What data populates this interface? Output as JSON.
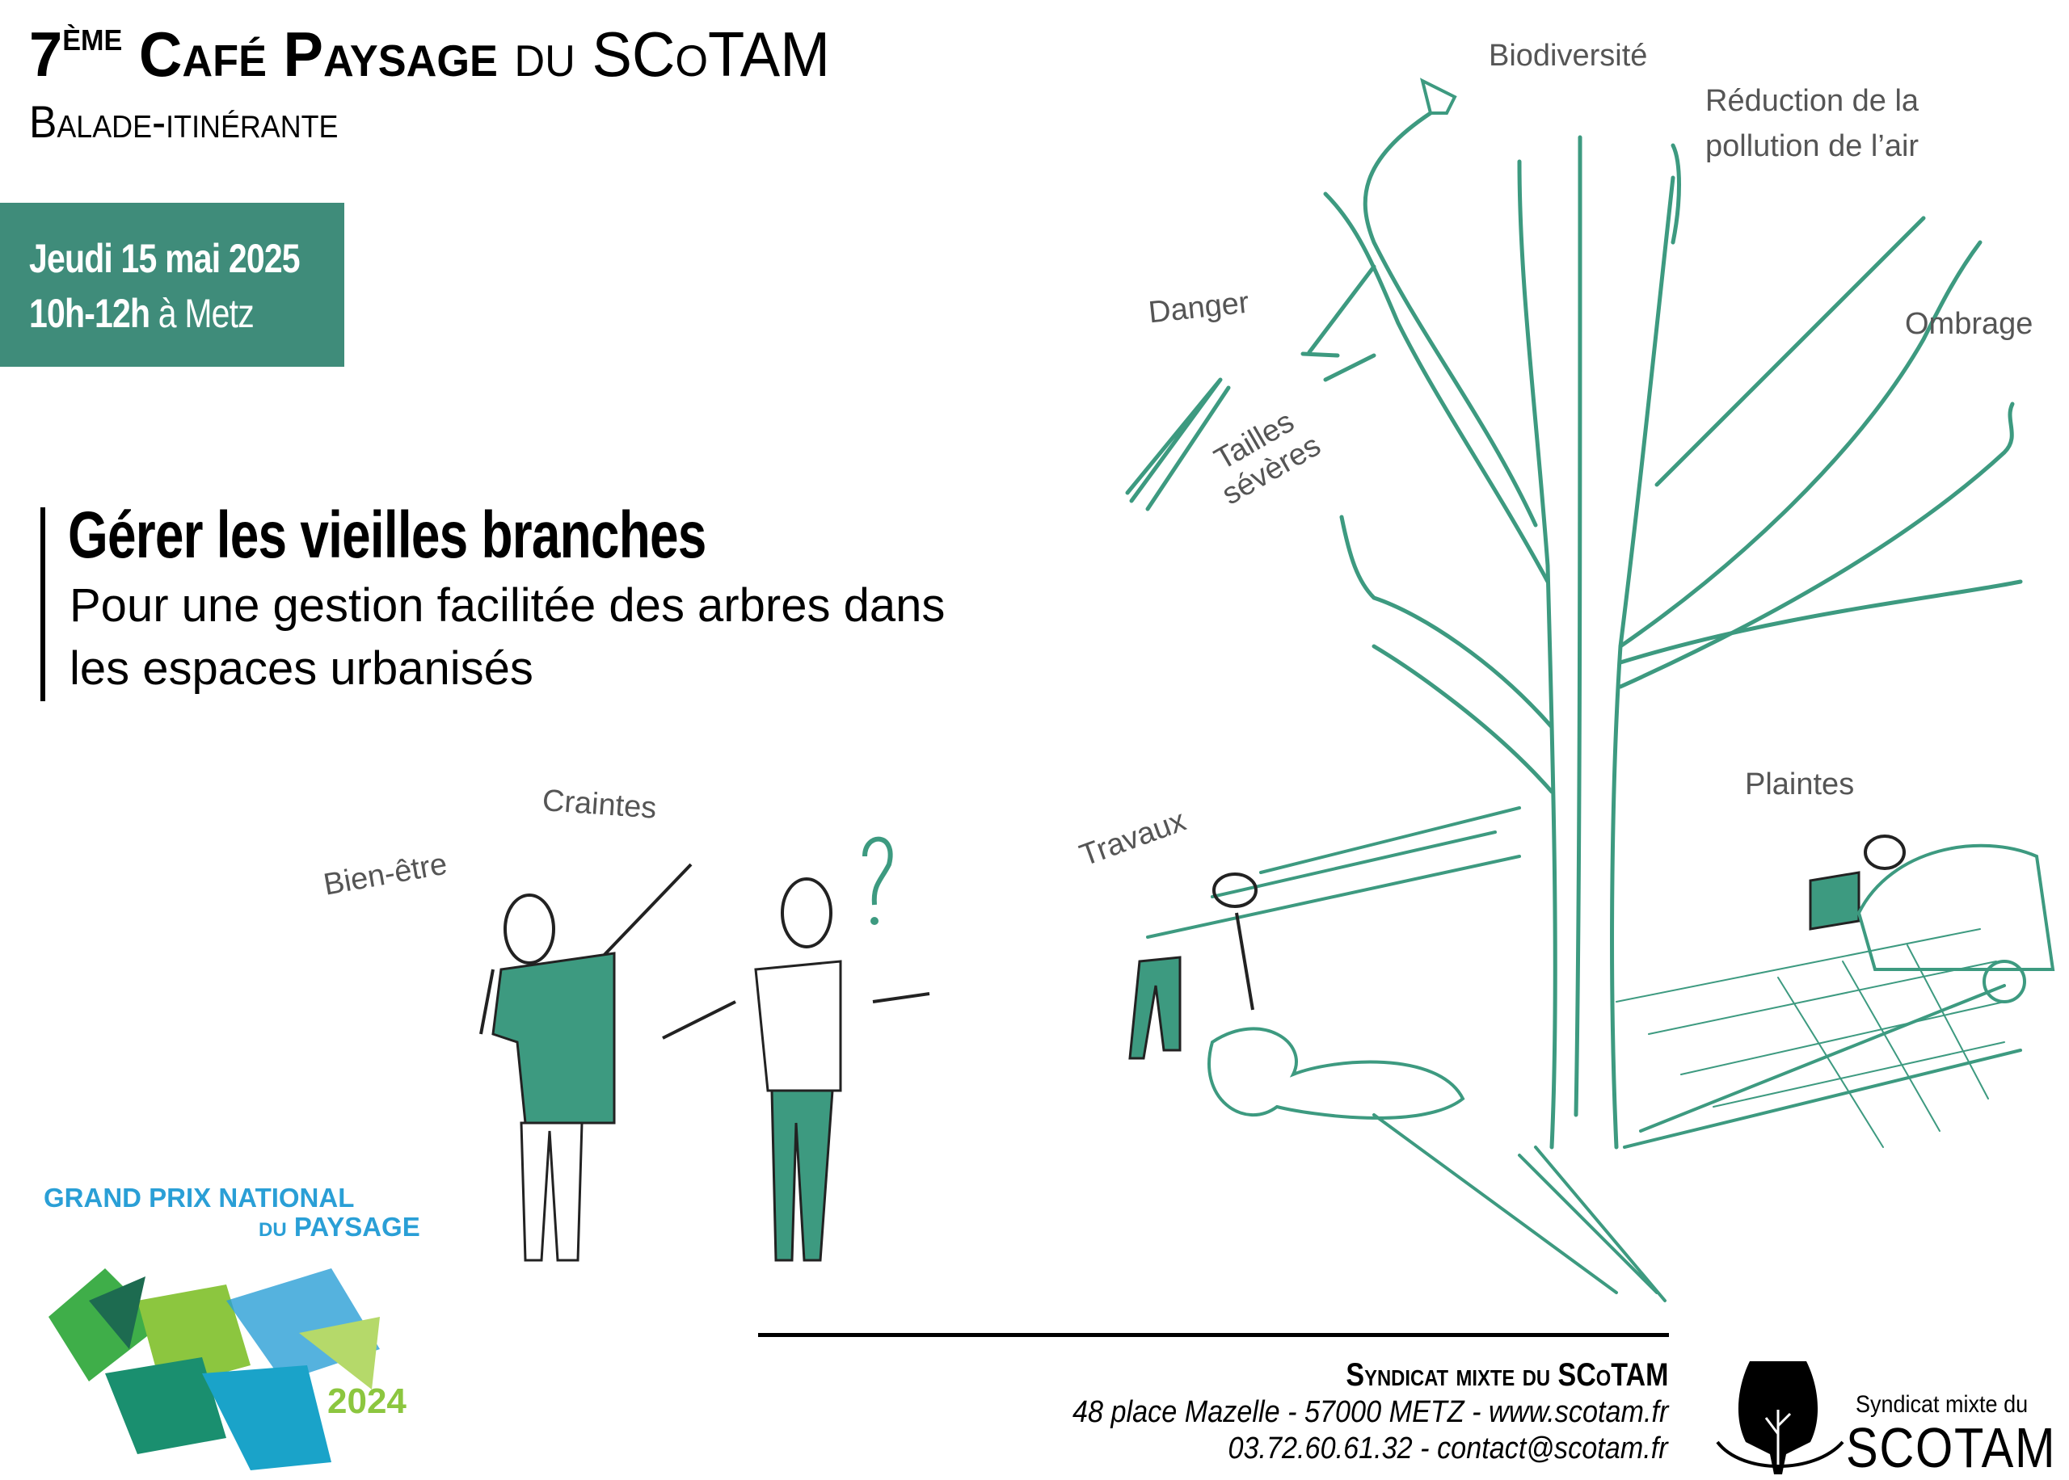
{
  "header": {
    "number": "7",
    "number_suffix": "ème",
    "title_bold": "Café Paysage",
    "title_rest": "du SCoTAM",
    "subtitle": "Balade-itinérante"
  },
  "event": {
    "date": "Jeudi 15 mai 2025",
    "time": "10h-12h",
    "place": "à Metz"
  },
  "main": {
    "heading": "Gérer les vieilles branches",
    "subheading_line1": "Pour une gestion facilitée des arbres dans",
    "subheading_line2": "les espaces urbanisés"
  },
  "illustration_labels": {
    "biodiversite": "Biodiversité",
    "pollution_line1": "Réduction de la",
    "pollution_line2": "pollution de l’air",
    "danger": "Danger",
    "ombrage": "Ombrage",
    "tailles_line1": "Tailles",
    "tailles_line2": "sévères",
    "plaintes": "Plaintes",
    "travaux": "Travaux",
    "craintes": "Craintes",
    "bien_etre": "Bien-être"
  },
  "award": {
    "line1": "GRAND PRIX NATIONAL",
    "line2_small": "DU",
    "line2": "PAYSAGE",
    "year": "2024"
  },
  "footer": {
    "org": "Syndicat mixte du SCoTAM",
    "address": "48 place Mazelle - 57000 METZ - www.scotam.fr",
    "contact": "03.72.60.61.32 - contact@scotam.fr",
    "logo_line1": "Syndicat mixte du",
    "logo_line2": "SCOTAM"
  },
  "colors": {
    "brand_green": "#3f8c7a",
    "sketch_green": "#3d9a80",
    "label_gray": "#555555"
  }
}
